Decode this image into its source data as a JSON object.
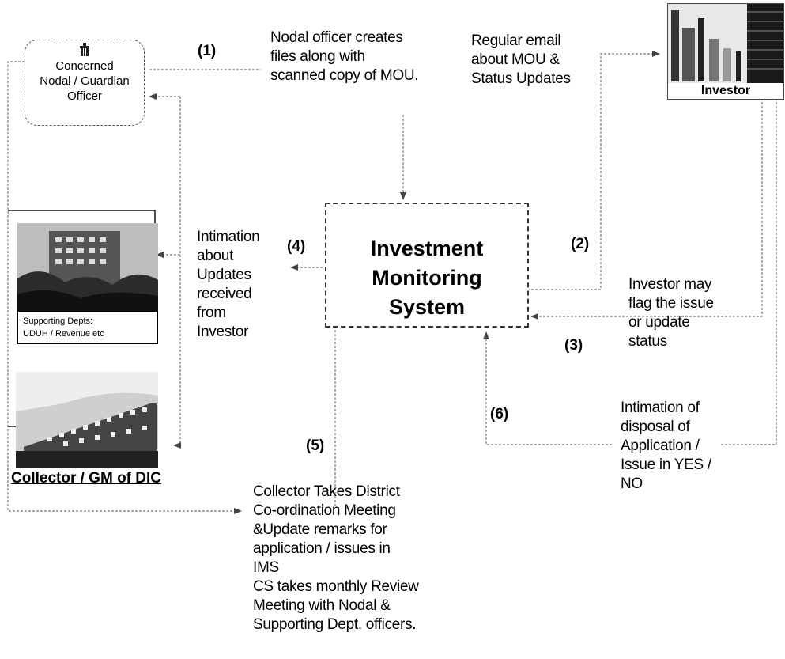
{
  "nodes": {
    "nodal_officer": "Concerned\nNodal / Guardian\nOfficer",
    "ims": "Investment\nMonitoring\nSystem",
    "investor": "Investor",
    "supporting_depts": "Supporting Depts:\nUDUH / Revenue etc",
    "collector": "Collector / GM of DIC"
  },
  "steps": {
    "s1": {
      "num": "(1)",
      "text": "Nodal officer creates\nfiles along with\nscanned copy of MOU."
    },
    "s2": {
      "num": "(2)",
      "text": "Regular email\nabout  MOU &\nStatus Updates"
    },
    "s3": {
      "num": "(3)",
      "text": "Investor may\nflag the issue\nor update\nstatus"
    },
    "s4": {
      "num": "(4)",
      "text": "Intimation\nabout\nUpdates\nreceived\nfrom\nInvestor"
    },
    "s5": {
      "num": "(5)",
      "text": "Collector Takes District\nCo-ordination Meeting\n&Update remarks for\napplication / issues  in\nIMS\nCS takes monthly Review\nMeeting with Nodal &\nSupporting Dept. officers."
    },
    "s6": {
      "num": "(6)",
      "text": "Intimation of\ndisposal of\nApplication /\nIssue in YES /\nNO"
    }
  }
}
